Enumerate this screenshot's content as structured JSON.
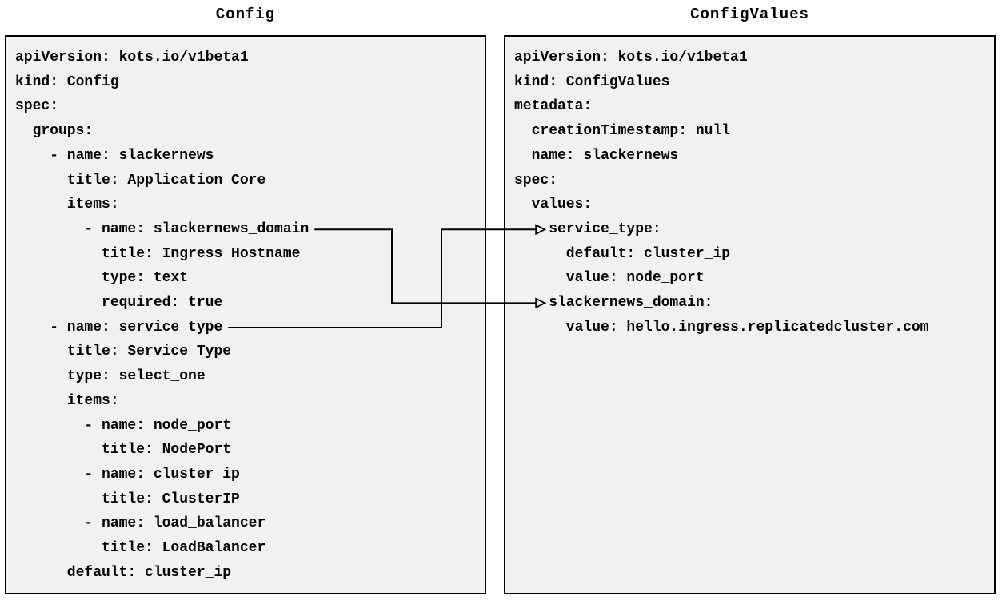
{
  "colors": {
    "page_background": "#ffffff",
    "panel_background": "#f1f1f1",
    "panel_border": "#000000",
    "text": "#000000",
    "arrow": "#000000"
  },
  "panels": {
    "config": {
      "title": "Config",
      "lines": [
        "apiVersion: kots.io/v1beta1",
        "kind: Config",
        "spec:",
        "  groups:",
        "    - name: slackernews",
        "      title: Application Core",
        "      items:",
        "        - name: slackernews_domain",
        "          title: Ingress Hostname",
        "          type: text",
        "          required: true",
        "    - name: service_type",
        "      title: Service Type",
        "      type: select_one",
        "      items:",
        "        - name: node_port",
        "          title: NodePort",
        "        - name: cluster_ip",
        "          title: ClusterIP",
        "        - name: load_balancer",
        "          title: LoadBalancer",
        "      default: cluster_ip"
      ]
    },
    "config_values": {
      "title": "ConfigValues",
      "lines": [
        "apiVersion: kots.io/v1beta1",
        "kind: ConfigValues",
        "metadata:",
        "  creationTimestamp: null",
        "  name: slackernews",
        "spec:",
        "  values:",
        "    service_type:",
        "      default: cluster_ip",
        "      value: node_port",
        "    slackernews_domain:",
        "      value: hello.ingress.replicatedcluster.com"
      ]
    }
  },
  "arrows": [
    {
      "name": "slackernews-domain-mapping",
      "from_panel": "config",
      "from_line": 7,
      "from_text": "- name: slackernews_domain",
      "to_panel": "config_values",
      "to_line": 10,
      "to_text": "slackernews_domain:"
    },
    {
      "name": "service-type-mapping",
      "from_panel": "config",
      "from_line": 11,
      "from_text": "- name: service_type",
      "to_panel": "config_values",
      "to_line": 7,
      "to_text": "service_type:"
    }
  ]
}
